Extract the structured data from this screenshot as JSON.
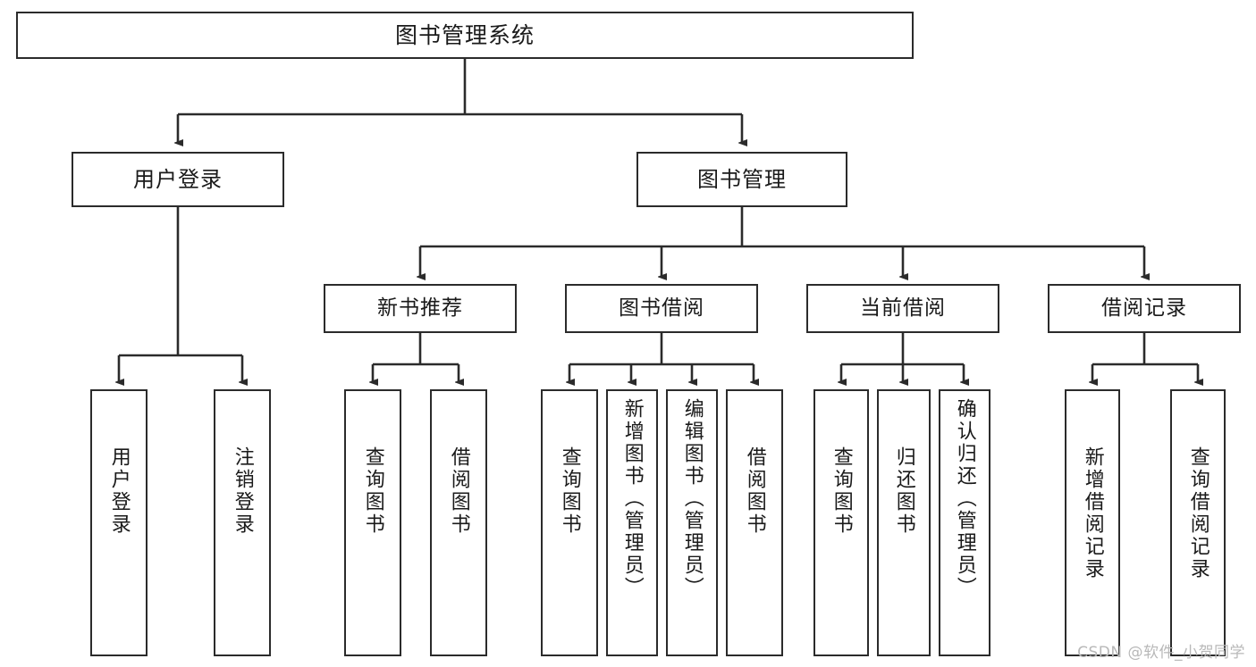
{
  "diagram": {
    "title": "图书管理系统",
    "type": "tree",
    "orientation": "top-down",
    "colors": {
      "box_border": "#2b2b2b",
      "box_fill": "#ffffff",
      "edge": "#2b2b2b",
      "text": "#1a1a1a",
      "watermark": "#b8b8b8",
      "background": "#ffffff"
    },
    "root": {
      "label": "图书管理系统"
    },
    "level2": [
      {
        "label": "用户登录"
      },
      {
        "label": "图书管理"
      }
    ],
    "level3": [
      {
        "label": "新书推荐"
      },
      {
        "label": "图书借阅"
      },
      {
        "label": "当前借阅"
      },
      {
        "label": "借阅记录"
      }
    ],
    "leaves": {
      "user_login": [
        {
          "label": "用户登录"
        },
        {
          "label": "注销登录"
        }
      ],
      "new_book_recommend": [
        {
          "label": "查询图书"
        },
        {
          "label": "借阅图书"
        }
      ],
      "book_borrow": [
        {
          "label": "查询图书"
        },
        {
          "label": "新增图书（管理员）"
        },
        {
          "label": "编辑图书（管理员）"
        },
        {
          "label": "借阅图书"
        }
      ],
      "current_borrow": [
        {
          "label": "查询图书"
        },
        {
          "label": "归还图书"
        },
        {
          "label": "确认归还（管理员）"
        }
      ],
      "borrow_record": [
        {
          "label": "新增借阅记录"
        },
        {
          "label": "查询借阅记录"
        }
      ]
    }
  },
  "watermark": {
    "text": "CSDN @软件_小贺同学"
  }
}
